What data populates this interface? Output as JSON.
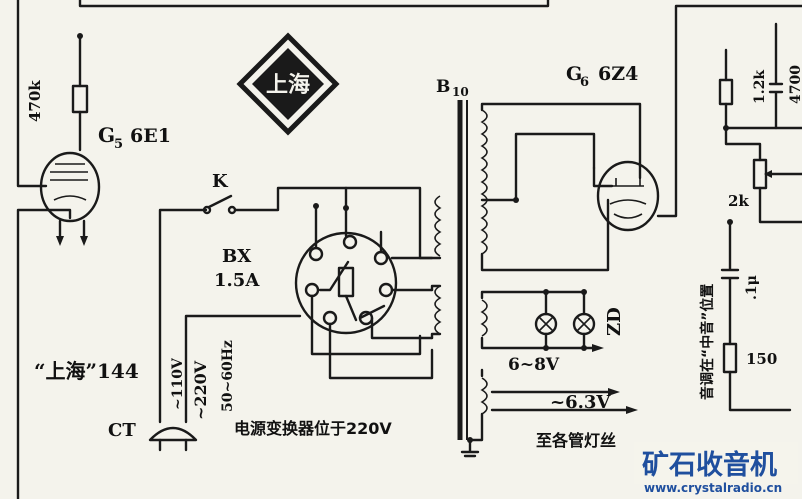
{
  "labels": {
    "r_470k": "470k",
    "g5_tube": "G",
    "g5_sub": "5",
    "g5_type": "6E1",
    "switch_k": "K",
    "fuse_bx": "BX",
    "fuse_rating": "1.5A",
    "model_name": "“上海”144",
    "v110": "~110V",
    "v220": "~220V",
    "freq": "50~60Hz",
    "plug_ct": "CT",
    "selector_note": "电源变换器位于220V",
    "transformer": "B",
    "transformer_sub": "10",
    "g6_tube": "G",
    "g6_sub": "6",
    "g6_type": "6Z4",
    "zd": "ZD",
    "v6_8": "6~8V",
    "v6_3": "~6.3V",
    "lamps_note": "至各管灯丝",
    "r_1_2k": "1.2k",
    "c_4700": "4700",
    "r_2k": "2k",
    "c_01u": ".1μ",
    "r_150": "150",
    "tone_note": "音调在“中音”位置",
    "logo_text": "上海",
    "watermark_cn": "矿石收音机",
    "watermark_url": "www.crystalradio.cn"
  },
  "colors": {
    "ink": "#1a1a1a",
    "paper": "#f4f3ec",
    "watermark": "#1f4f9e"
  }
}
